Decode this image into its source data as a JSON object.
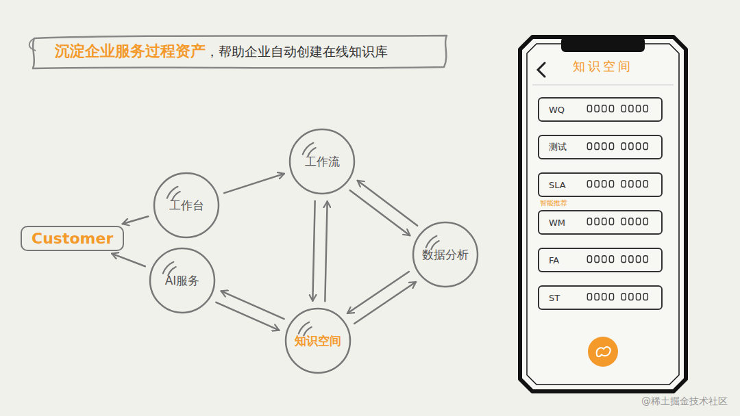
{
  "diagram": {
    "title": "沉淀企业服务过程资产",
    "nodes": [
      {
        "text": [
          "Customer"
        ]
      },
      {
        "text": [
          "工作台"
        ]
      },
      {
        "text": [
          "工作流"
        ]
      },
      {
        "text": [
          "AI服务"
        ]
      },
      {
        "text": [
          "数据分析"
        ]
      },
      {
        "text": [
          "知识空间"
        ]
      },
      {
        "text": [
          "知识空间"
        ]
      },
      {
        "text": [
          "WQ"
        ],
        "in": 6
      },
      {
        "text": [
          "测试"
        ],
        "in": 6
      },
      {
        "text": [
          "SLA"
        ],
        "in": 6
      },
      {
        "text": [
          "WM"
        ],
        "in": 6
      },
      {
        "text": [
          "FA"
        ],
        "in": 6
      },
      {
        "text": [
          "ST"
        ],
        "in": 6
      }
    ],
    "edges": [
      {
        "from": 1,
        "to": 0,
        "arrow": "to"
      },
      {
        "from": 3,
        "to": 0,
        "arrow": "to"
      },
      {
        "from": 1,
        "to": 2,
        "arrow": "to"
      },
      {
        "from": 2,
        "to": 4,
        "arrow": "to"
      },
      {
        "from": 4,
        "to": 2,
        "arrow": "to"
      },
      {
        "from": 2,
        "to": 5,
        "arrow": "to"
      },
      {
        "from": 5,
        "to": 2,
        "arrow": "to"
      },
      {
        "from": 4,
        "to": 5,
        "arrow": "to"
      },
      {
        "from": 5,
        "to": 4,
        "arrow": "to"
      },
      {
        "from": 5,
        "to": 3,
        "arrow": "to"
      },
      {
        "from": 3,
        "to": 5,
        "arrow": "to"
      }
    ],
    "labels": [
      "，帮助企业自动创建在线知识库",
      "智能推荐",
      "@稀土掘金技术社区"
    ]
  }
}
